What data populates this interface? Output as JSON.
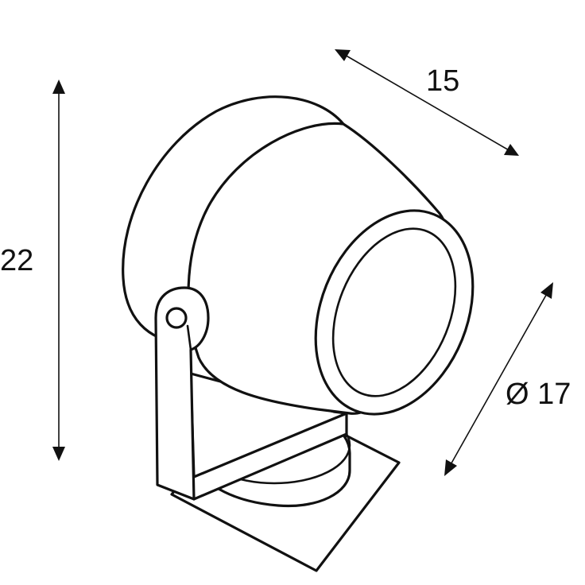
{
  "dimensions": {
    "height_label": "22",
    "depth_label": "15",
    "diameter_label": "Ø 17"
  },
  "colors": {
    "ink": "#111111",
    "background": "#ffffff"
  }
}
